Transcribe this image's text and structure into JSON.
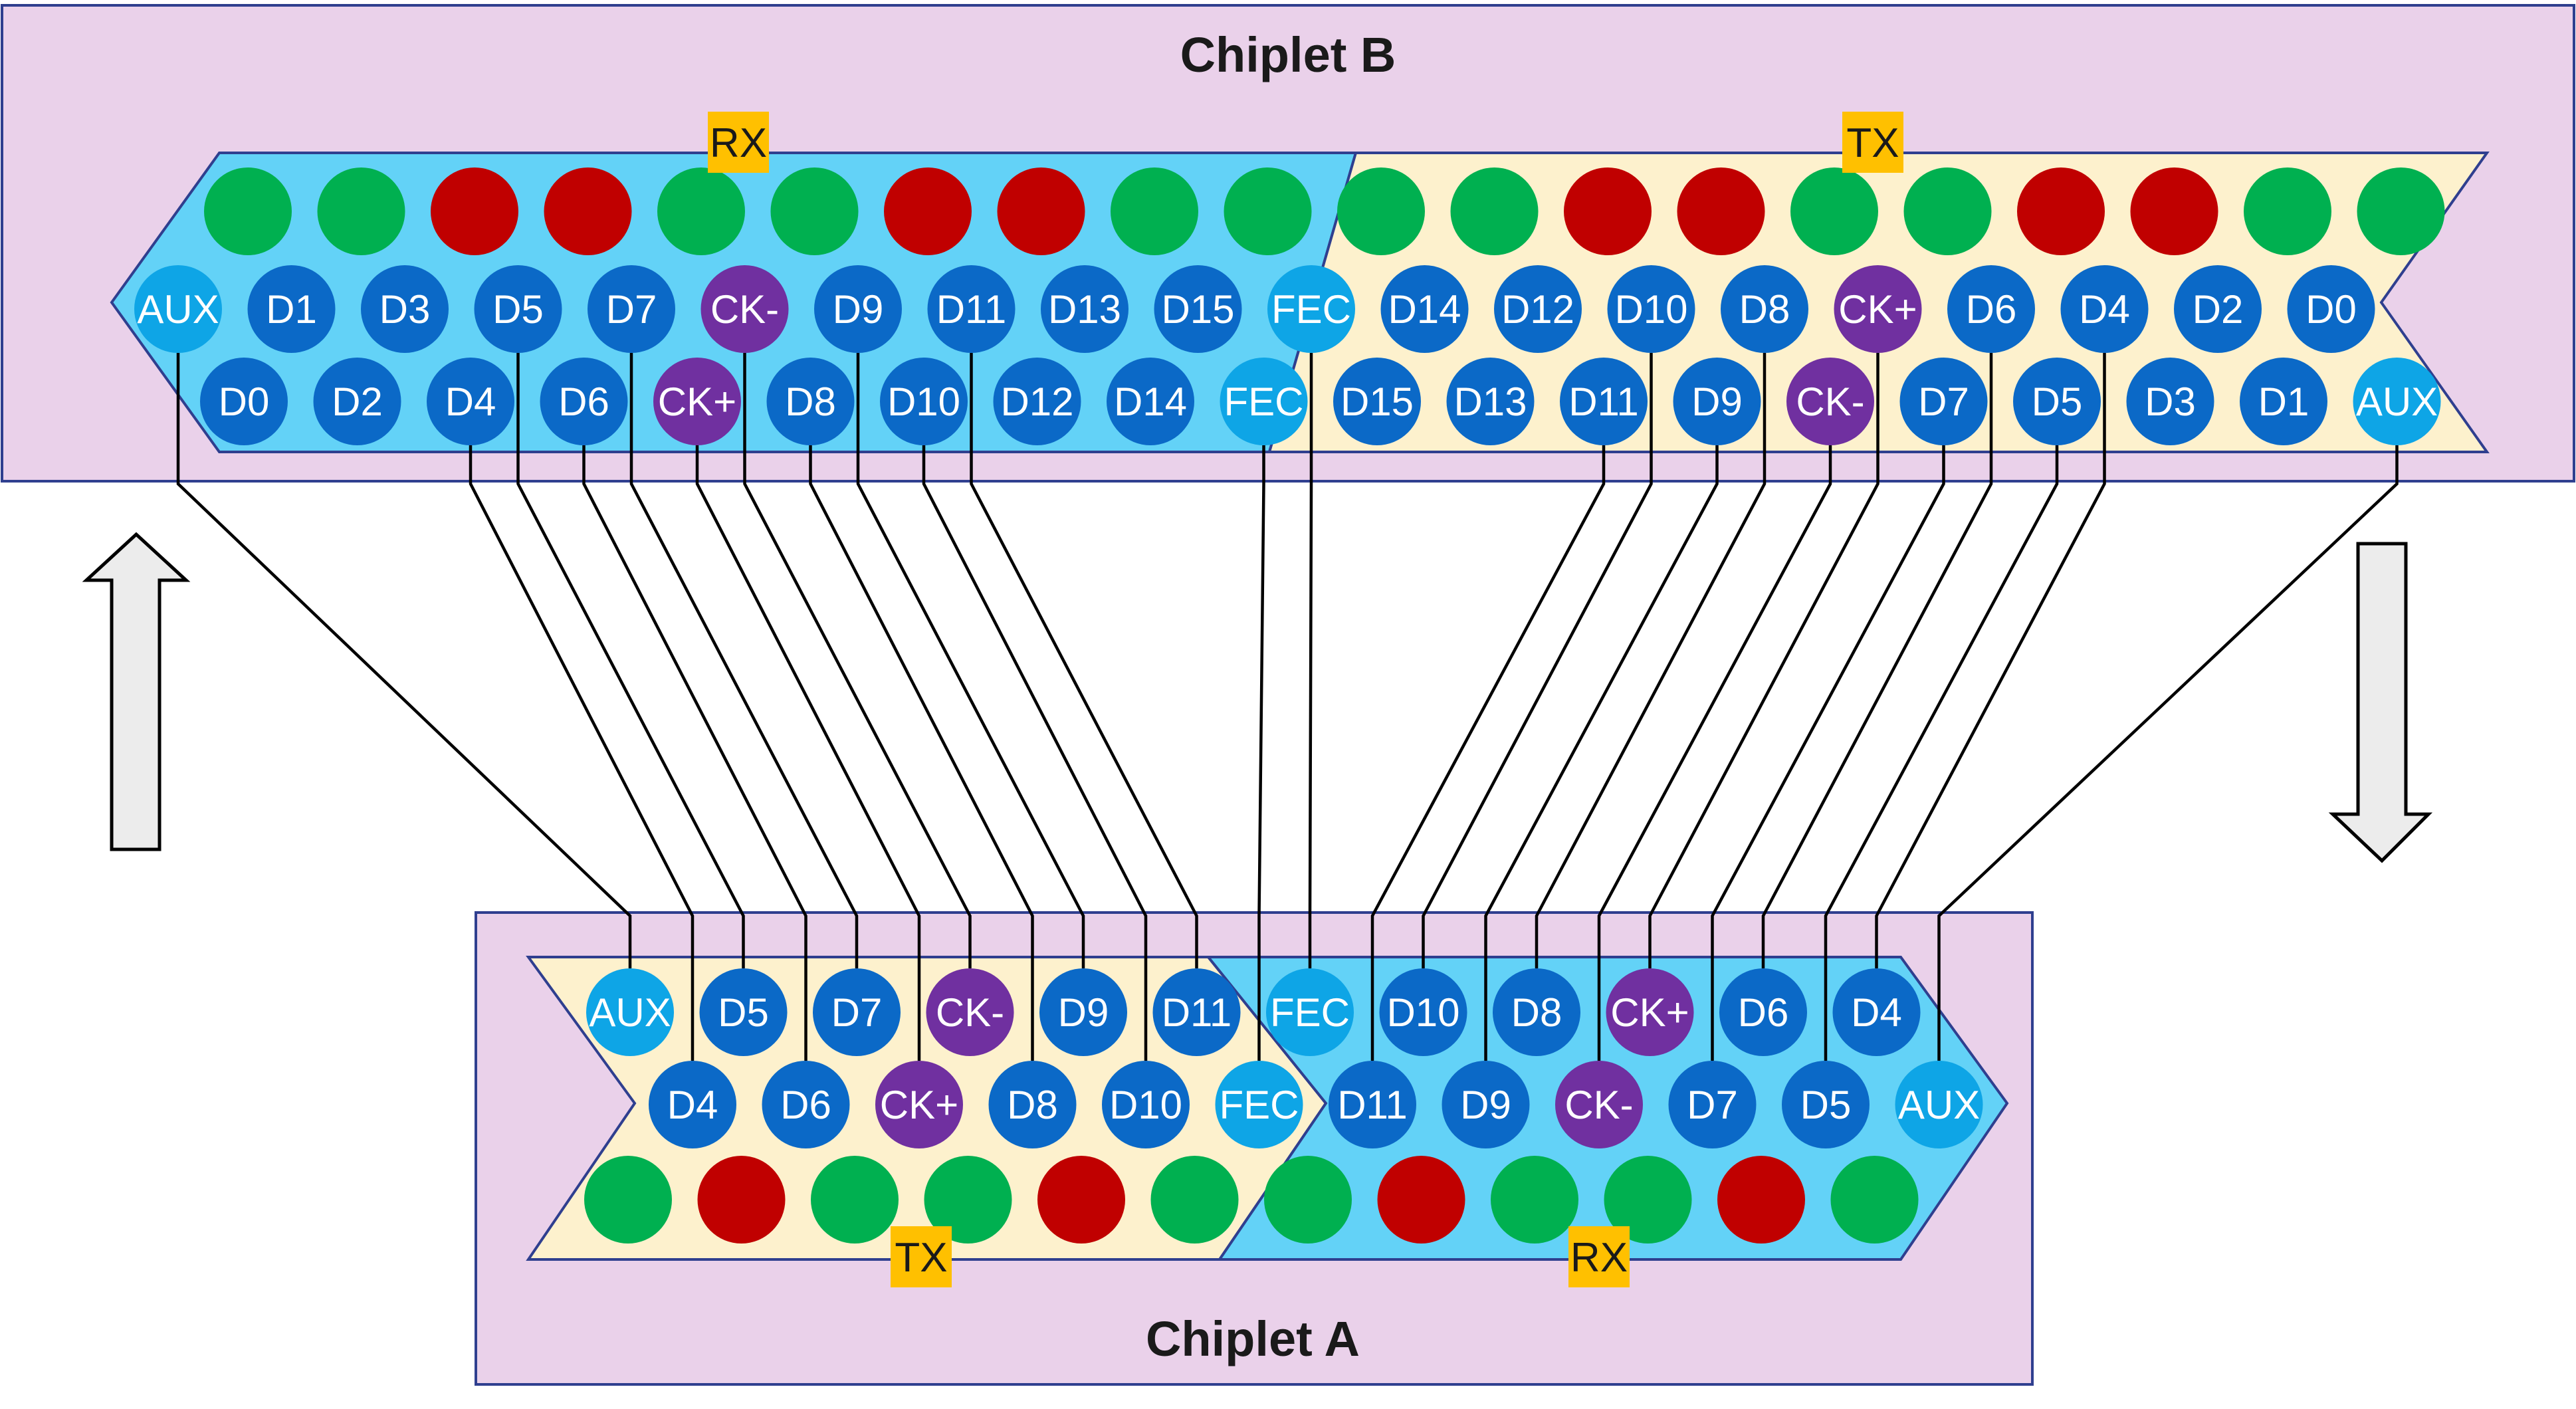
{
  "chiplet_b": {
    "title": "Chiplet B",
    "rx_label": "RX",
    "tx_label": "TX",
    "top_row": [
      "green",
      "green",
      "red",
      "red",
      "green",
      "green",
      "red",
      "red",
      "green",
      "green",
      "green",
      "green",
      "red",
      "red",
      "green",
      "green",
      "red",
      "red",
      "green",
      "green"
    ],
    "mid_row": [
      "AUX",
      "D1",
      "D3",
      "D5",
      "D7",
      "CK-",
      "D9",
      "D11",
      "D13",
      "D15",
      "FEC",
      "D14",
      "D12",
      "D10",
      "D8",
      "CK+",
      "D6",
      "D4",
      "D2",
      "D0"
    ],
    "bot_row": [
      "D0",
      "D2",
      "D4",
      "D6",
      "CK+",
      "D8",
      "D10",
      "D12",
      "D14",
      "FEC",
      "D15",
      "D13",
      "D11",
      "D9",
      "CK-",
      "D7",
      "D5",
      "D3",
      "D1",
      "AUX"
    ]
  },
  "chiplet_a": {
    "title": "Chiplet A",
    "tx_label": "TX",
    "rx_label": "RX",
    "top_row": [
      "AUX",
      "D5",
      "D7",
      "CK-",
      "D9",
      "D11",
      "FEC",
      "D10",
      "D8",
      "CK+",
      "D6",
      "D4"
    ],
    "mid_row": [
      "D4",
      "D6",
      "CK+",
      "D8",
      "D10",
      "FEC",
      "D11",
      "D9",
      "CK-",
      "D7",
      "D5",
      "AUX"
    ],
    "bot_row": [
      "green",
      "red",
      "green",
      "green",
      "red",
      "green",
      "green",
      "red",
      "green",
      "green",
      "red",
      "green"
    ]
  },
  "colors": {
    "aux_fec": "#0ea5e6",
    "data": "#0b69c7",
    "clock": "#7030a0",
    "power": "#00b050",
    "ground": "#c00000",
    "rx_band": "#63d2f7",
    "tx_band": "#fdf1cd",
    "chiplet_fill": "#ead1ea",
    "tag": "#ffc000"
  },
  "connections": [
    {
      "b": "AUX",
      "a": "AUX"
    },
    {
      "b": "D4",
      "a": "D4"
    },
    {
      "b": "D5",
      "a": "D5"
    },
    {
      "b": "D6",
      "a": "D6"
    },
    {
      "b": "D7",
      "a": "D7"
    },
    {
      "b": "CK+",
      "a": "CK+"
    },
    {
      "b": "CK-",
      "a": "CK-"
    },
    {
      "b": "D8",
      "a": "D8"
    },
    {
      "b": "D9",
      "a": "D9"
    },
    {
      "b": "D10",
      "a": "D10"
    },
    {
      "b": "D11",
      "a": "D11"
    },
    {
      "b": "FEC",
      "a": "FEC"
    },
    {
      "b": "FEC",
      "a": "FEC"
    },
    {
      "b": "D11",
      "a": "D11"
    },
    {
      "b": "D10",
      "a": "D10"
    },
    {
      "b": "D9",
      "a": "D9"
    },
    {
      "b": "D8",
      "a": "D8"
    },
    {
      "b": "CK-",
      "a": "CK-"
    },
    {
      "b": "CK+",
      "a": "CK+"
    },
    {
      "b": "D7",
      "a": "D7"
    },
    {
      "b": "D6",
      "a": "D6"
    },
    {
      "b": "D5",
      "a": "D5"
    },
    {
      "b": "D4",
      "a": "D4"
    },
    {
      "b": "AUX",
      "a": "AUX"
    }
  ]
}
